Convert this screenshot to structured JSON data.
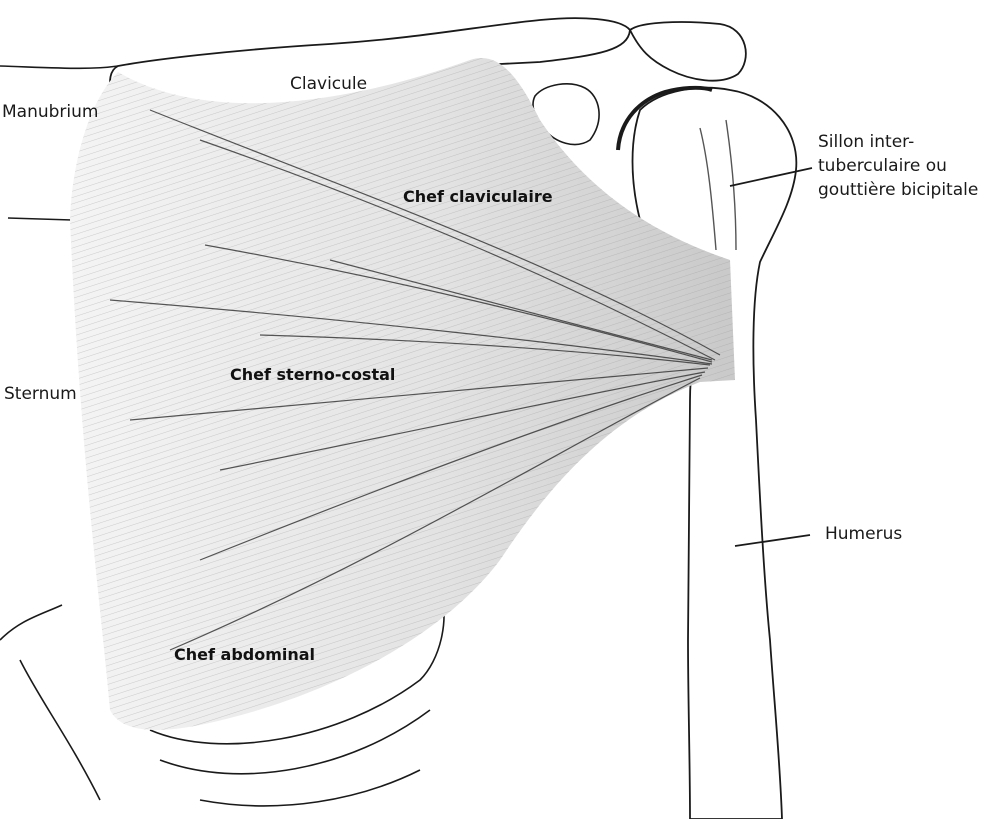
{
  "labels": {
    "clavicule": "Clavicule",
    "manubrium": "Manubrium",
    "sternum": "Sternum",
    "humerus": "Humerus",
    "sillon_line1": "Sillon inter-",
    "sillon_line2": "tuberculaire ou",
    "sillon_line3": "gouttière bicipitale",
    "chef_claviculaire": "Chef claviculaire",
    "chef_sterno_costal": "Chef sterno-costal",
    "chef_abdominal": "Chef abdominal"
  },
  "colors": {
    "ink": "#1a1a1a",
    "muscle_shade": "#7a7a7a",
    "background": "#ffffff"
  }
}
